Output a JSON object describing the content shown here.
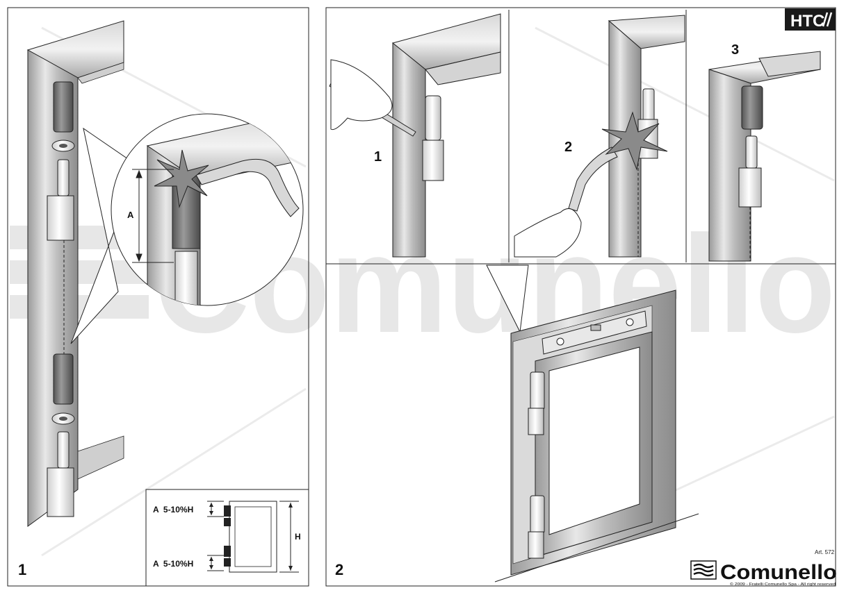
{
  "brand": {
    "badge": "HTC",
    "logo_text": "Comunello",
    "copyright": "© 2009 - Fratelli Comunello Spa - All right reserved",
    "article": "Art. 572",
    "watermark": "Comunello"
  },
  "panel_left": {
    "step_number": "1",
    "callout_label": "A",
    "inset": {
      "top_label": "A  5-10%H",
      "bottom_label": "A  5-10%H",
      "height_label": "H"
    }
  },
  "panel_right": {
    "step_number": "2",
    "sub_steps": [
      {
        "number": "1"
      },
      {
        "number": "2"
      },
      {
        "number": "3"
      }
    ]
  },
  "colors": {
    "line": "#222222",
    "steel_light": "#e6e6e6",
    "steel_mid": "#bdbdbd",
    "steel_dark": "#8a8a8a",
    "pin_dark": "#6e6e6e",
    "watermark": "#d9d9d9",
    "badge_bg": "#1a1a1a"
  }
}
